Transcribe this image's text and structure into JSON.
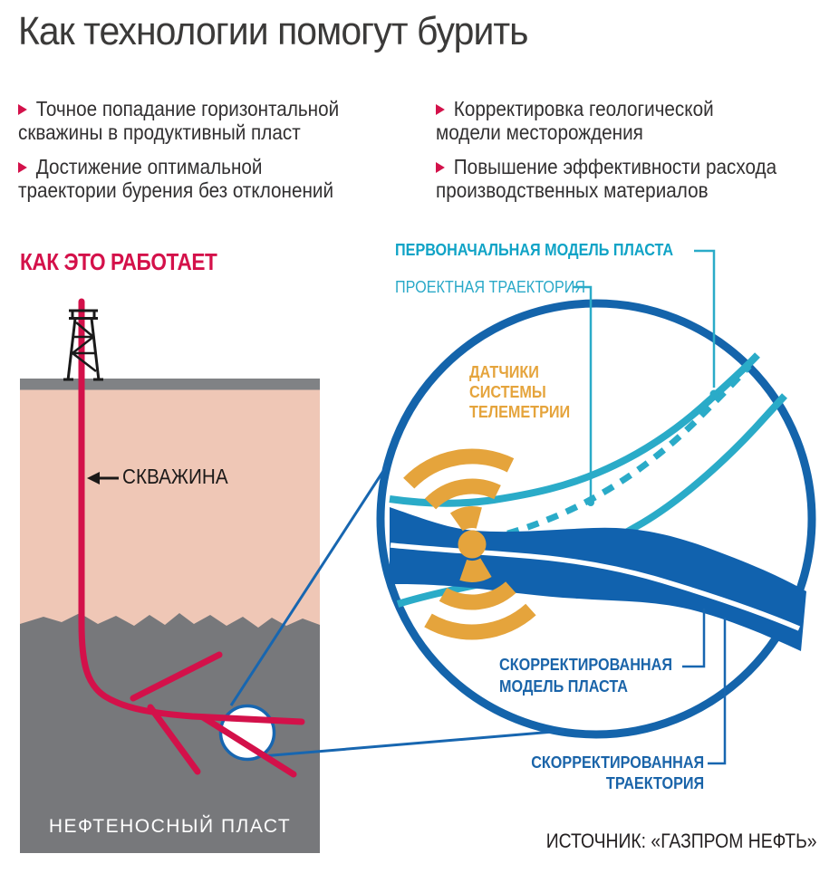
{
  "title": "Как технологии помогут бурить",
  "bullets": [
    {
      "text": "Точное попадание горизонтальной\nскважины в продуктивный пласт"
    },
    {
      "text": "Достижение оптимальной\nтраектории бурения без отклонений"
    },
    {
      "text": "Корректировка геологической\nмодели месторождения"
    },
    {
      "text": "Повышение эффективности расхода\nпроизводственных материалов"
    }
  ],
  "how_it_works": {
    "heading": "КАК ЭТО РАБОТАЕТ",
    "well_label": "СКВАЖИНА",
    "oil_layer_label": "НЕФТЕНОСНЫЙ ПЛАСТ"
  },
  "magnified_view": {
    "initial_model_label": "ПЕРВОНАЧАЛЬНАЯ МОДЕЛЬ ПЛАСТА",
    "planned_trajectory_label": "ПРОЕКТНАЯ ТРАЕКТОРИЯ",
    "sensors_label": "ДАТЧИКИ\nСИСТЕМЫ\nТЕЛЕМЕТРИИ",
    "corrected_model_label": "СКОРРЕКТИРОВАННАЯ\nМОДЕЛЬ ПЛАСТА",
    "corrected_trajectory_label": "СКОРРЕКТИРОВАННАЯ\nТРАЕКТОРИЯ"
  },
  "source": "ИСТОЧНИК: «ГАЗПРОМ НЕФТЬ»",
  "colors": {
    "accent_red": "#d3114a",
    "dark_blue": "#1464ab",
    "band_blue": "#1162ae",
    "cyan": "#2aabc8",
    "cyan_text_bold": "#0fa3c6",
    "orange": "#e5a43c",
    "soil_pink": "#efc7b6",
    "rock_gray": "#77787b",
    "surface_gray": "#808285",
    "title_gray": "#3b3a39"
  }
}
